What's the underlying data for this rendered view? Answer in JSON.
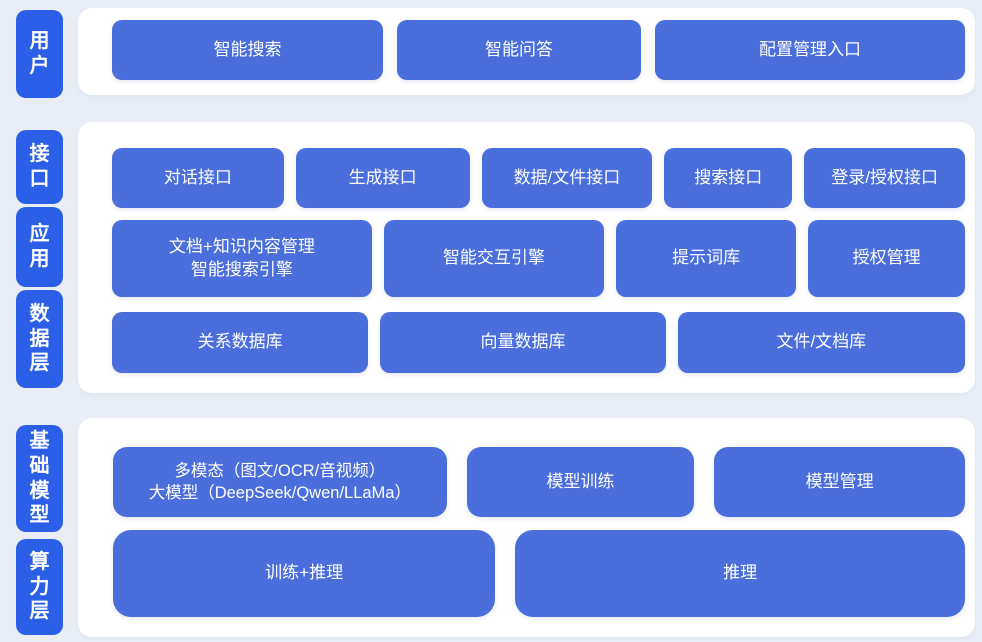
{
  "page": {
    "background_color": "#e9eef6",
    "panel_color": "#ffffff",
    "label_color": "#2b5fe8",
    "node_color": "#4a6edb",
    "text_color": "#ffffff"
  },
  "sections": [
    {
      "name": "user-layer",
      "labels": [
        {
          "text": "用户"
        }
      ],
      "rows": [
        {
          "buttons": [
            {
              "label": "智能搜索"
            },
            {
              "label": "智能问答"
            },
            {
              "label": "配置管理入口"
            }
          ]
        }
      ]
    },
    {
      "name": "interface-application-data-layers",
      "labels": [
        {
          "text": "接口"
        },
        {
          "text": "应用"
        },
        {
          "text": "数据层"
        }
      ],
      "rows": [
        {
          "buttons": [
            {
              "label": "对话接口"
            },
            {
              "label": "生成接口"
            },
            {
              "label": "数据/文件接口"
            },
            {
              "label": "搜索接口"
            },
            {
              "label": "登录/授权接口"
            }
          ]
        },
        {
          "buttons": [
            {
              "label": "文档+知识内容管理",
              "label2": "智能搜索引擎"
            },
            {
              "label": "智能交互引擎"
            },
            {
              "label": "提示词库"
            },
            {
              "label": "授权管理"
            }
          ]
        },
        {
          "buttons": [
            {
              "label": "关系数据库"
            },
            {
              "label": "向量数据库"
            },
            {
              "label": "文件/文档库"
            }
          ]
        }
      ]
    },
    {
      "name": "foundation-model-compute-layers",
      "labels": [
        {
          "text": "基础模型"
        },
        {
          "text": "算力层"
        }
      ],
      "rows": [
        {
          "buttons": [
            {
              "label": "多模态（图文/OCR/音视频）",
              "label2": "大模型（DeepSeek/Qwen/LLaMa）"
            },
            {
              "label": "模型训练"
            },
            {
              "label": "模型管理"
            }
          ]
        },
        {
          "buttons": [
            {
              "label": "训练+推理"
            },
            {
              "label": "推理"
            }
          ]
        }
      ]
    }
  ]
}
